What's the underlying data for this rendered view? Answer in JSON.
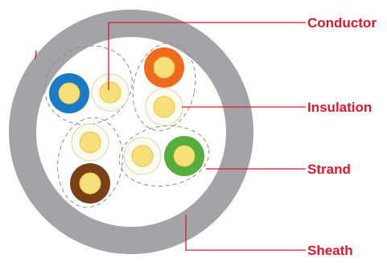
{
  "labels": {
    "conductor": "Conductor",
    "insulation": "Insulation",
    "strand": "Strand",
    "sheath": "Sheath"
  },
  "colors": {
    "callout": "#e0162b",
    "sheath": "#a2a4a8",
    "cable_fill": "#ffffff",
    "conductor": "#f7e07a",
    "conductor_stroke": "#e2c452",
    "insulation_blue": "#1a7ac4",
    "insulation_white": "#fcfbee",
    "insulation_white_stroke": "#d8d5c0",
    "insulation_orange": "#ef6a1f",
    "insulation_green": "#55ad3b",
    "insulation_brown": "#7a3f17",
    "strand_outline": "#8a8a8a"
  }
}
